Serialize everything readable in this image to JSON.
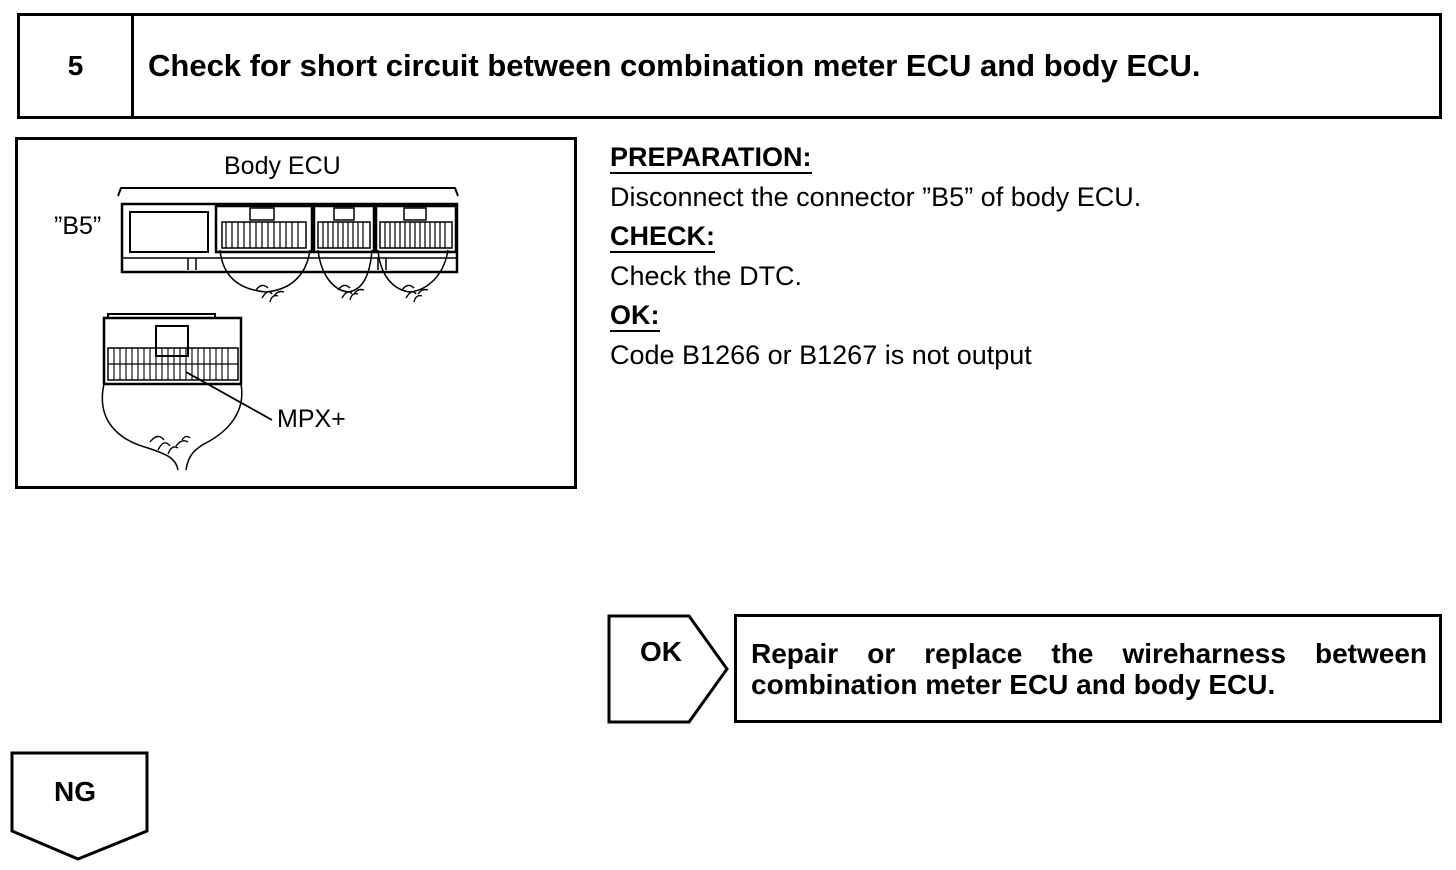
{
  "step": {
    "number": "5",
    "title": "Check for short circuit between combination meter ECU and body ECU."
  },
  "figure": {
    "title": "Body ECU",
    "connector_label": "”B5”",
    "terminal_label": "MPX+"
  },
  "instructions": {
    "preparation_heading": "PREPARATION:",
    "preparation_text": "Disconnect the connector ”B5” of body ECU.",
    "check_heading": "CHECK:",
    "check_text": "Check the DTC.",
    "ok_heading": "OK:",
    "ok_text": "Code B1266 or B1267 is not output"
  },
  "ok_branch": {
    "label": "OK",
    "result_line1": "Repair or replace the wireharness between",
    "result_line2": "combination meter ECU and body ECU."
  },
  "ng_branch": {
    "label": "NG"
  }
}
